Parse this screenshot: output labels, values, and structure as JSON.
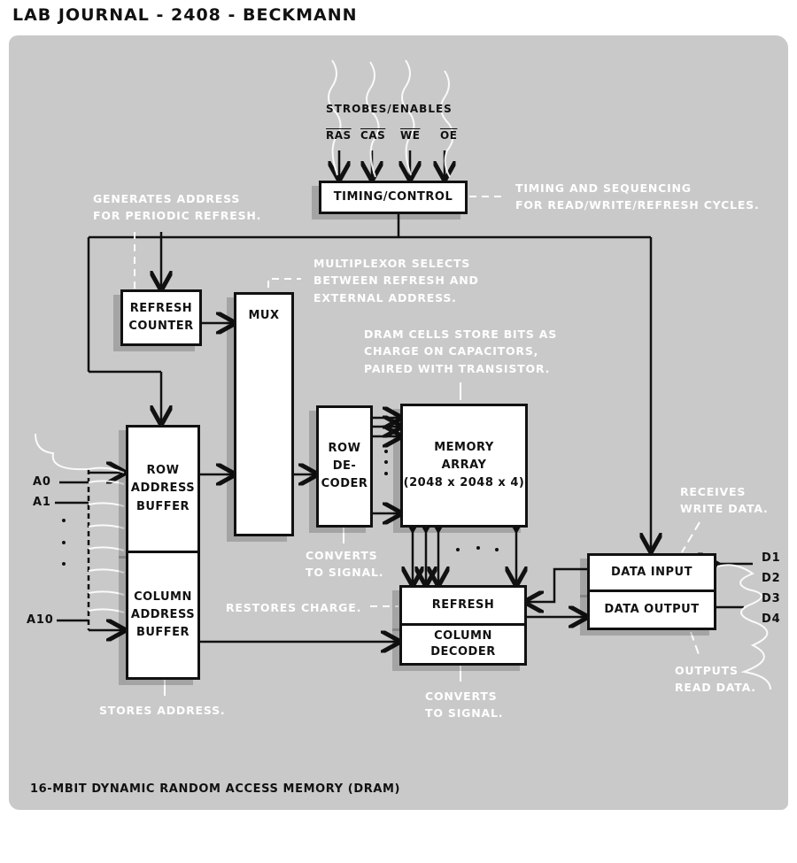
{
  "header": {
    "title": "LAB JOURNAL - 2408 - BECKMANN"
  },
  "diagram": {
    "caption": "16-MBIT DYNAMIC RANDOM ACCESS MEMORY (DRAM)",
    "strobes": {
      "heading": "STROBES/ENABLES",
      "signals": [
        "RAS",
        "CAS",
        "WE",
        "OE"
      ]
    },
    "blocks": {
      "timing_control": "TIMING/CONTROL",
      "refresh_counter": [
        "REFRESH",
        "COUNTER"
      ],
      "mux": "MUX",
      "row_address_buffer": [
        "ROW",
        "ADDRESS",
        "BUFFER"
      ],
      "column_address_buffer": [
        "COLUMN",
        "ADDRESS",
        "BUFFER"
      ],
      "row_decoder": [
        "ROW",
        "DE-",
        "CODER"
      ],
      "memory_array": [
        "MEMORY",
        "ARRAY",
        "(2048 x 2048 x 4)"
      ],
      "refresh": "REFRESH",
      "column_decoder": [
        "COLUMN",
        "DECODER"
      ],
      "data_input": "DATA INPUT",
      "data_output": "DATA OUTPUT"
    },
    "address_pins": [
      "A0",
      "A1",
      "A10"
    ],
    "data_pins": [
      "D1",
      "D2",
      "D3",
      "D4"
    ],
    "annotations": {
      "timing": "TIMING AND SEQUENCING\nFOR READ/WRITE/REFRESH CYCLES.",
      "refresh_counter": "GENERATES ADDRESS\nFOR PERIODIC REFRESH.",
      "mux": "MULTIPLEXOR SELECTS\nBETWEEN REFRESH AND\nEXTERNAL ADDRESS.",
      "memory_array": "DRAM CELLS STORE BITS AS\nCHARGE ON CAPACITORS,\nPAIRED WITH TRANSISTOR.",
      "row_decoder": "CONVERTS\nTO SIGNAL.",
      "refresh": "RESTORES CHARGE.",
      "column_decoder": "CONVERTS\nTO SIGNAL.",
      "address_buffer": "STORES ADDRESS.",
      "data_input": "RECEIVES\nWRITE DATA.",
      "data_output": "OUTPUTS\nREAD DATA."
    }
  }
}
